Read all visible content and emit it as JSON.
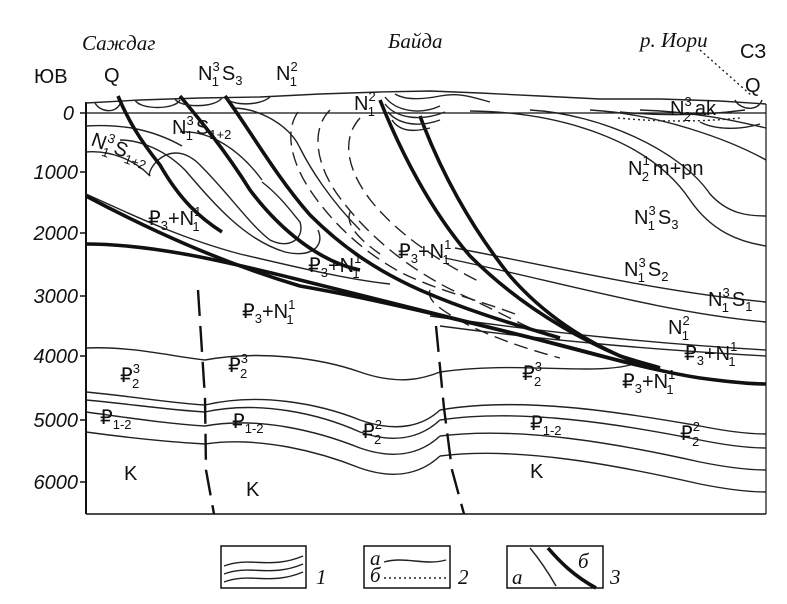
{
  "localities": {
    "sazhdag": "Саждаг",
    "bayda": "Байда",
    "iori": "р. Иори"
  },
  "directions": {
    "sw": "ЮВ",
    "nw": "СЗ"
  },
  "depth_ticks": [
    "0",
    "1000",
    "2000",
    "3000",
    "4000",
    "5000",
    "6000"
  ],
  "units": {
    "q": "Q",
    "n1_3_s1_2": {
      "base": "N",
      "sup": "3",
      "sub": "1",
      "rest": "S",
      "rest_sub": "1+2"
    },
    "n1_3_s3": {
      "base": "N",
      "sup": "3",
      "sub": "1",
      "rest": "S",
      "rest_sub": "3"
    },
    "n1_2": {
      "base": "N",
      "sup": "2",
      "sub": "1"
    },
    "n2_3_ak": {
      "base": "N",
      "sup": "3",
      "sub": "2",
      "rest": "ak"
    },
    "n2_1_m_pn": {
      "base": "N",
      "sup": "1",
      "sub": "2",
      "rest": "m+pn"
    },
    "n1_3_s2": {
      "base": "N",
      "sup": "3",
      "sub": "1",
      "rest": "S",
      "rest_sub": "2"
    },
    "n1_3_s1": {
      "base": "N",
      "sup": "3",
      "sub": "1",
      "rest": "S",
      "rest_sub": "1"
    },
    "p3_n1_1": {
      "base": "₽",
      "sub": "3",
      "rest": "+N",
      "rest_sup": "1",
      "rest_sub": "1"
    },
    "p2_3": {
      "base": "₽",
      "sup": "3",
      "sub": "2"
    },
    "p2_2": {
      "base": "₽",
      "sup": "2",
      "sub": "2"
    },
    "p1_2": {
      "base": "₽",
      "sub": "1-2"
    },
    "k": "K"
  },
  "legend": {
    "items": [
      {
        "number": "1"
      },
      {
        "number": "2",
        "a": "а",
        "b": "б"
      },
      {
        "number": "3",
        "a": "а",
        "b": "б"
      }
    ]
  }
}
